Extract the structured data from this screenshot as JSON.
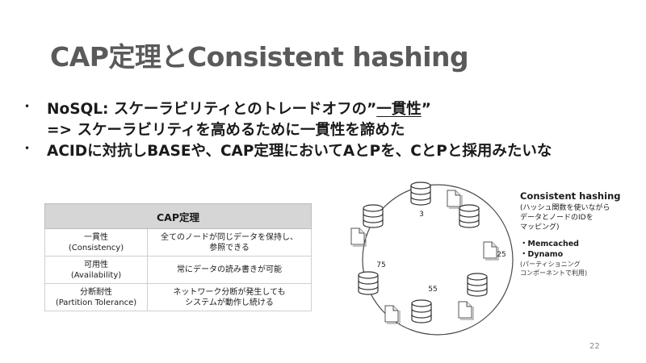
{
  "slide": {
    "title": "CAP定理とConsistent hashing",
    "bullets": [
      {
        "marker": "•",
        "text_pre": "NoSQL: スケーラビリティとのトレードオフの”",
        "text_emph": "一貫性",
        "text_post": "”"
      },
      {
        "marker": "",
        "text_pre": "=> スケーラビリティを高めるために一貫性を諦めた",
        "text_emph": "",
        "text_post": ""
      },
      {
        "marker": "•",
        "text_pre": "ACIDに対抗しBASEや、CAP定理においてAとPを、CとPと採用みたいな",
        "text_emph": "",
        "text_post": ""
      }
    ],
    "page_number": "22"
  },
  "cap_table": {
    "header": "CAP定理",
    "rows": [
      {
        "term": "一貫性",
        "term_en": "(Consistency)",
        "desc1": "全てのノードが同じデータを保持し、",
        "desc2": "参照できる"
      },
      {
        "term": "可用性",
        "term_en": "(Availability)",
        "desc1": "常にデータの読み書きが可能",
        "desc2": ""
      },
      {
        "term": "分断耐性",
        "term_en": "(Partition Tolerance)",
        "desc1": "ネットワーク分断が発生しても",
        "desc2": "システムが動作し続ける"
      }
    ]
  },
  "hash_ring": {
    "labels": [
      "3",
      "25",
      "55",
      "75"
    ],
    "colors": {
      "ring": "#4a4a4a",
      "db_fill": "#ffffff",
      "db_stroke": "#333333",
      "doc_fill": "#ffffff"
    }
  },
  "side_note": {
    "heading": "Consistent hashing",
    "desc_lines": [
      "(ハッシュ関数を使いながら",
      "データとノードのIDを",
      "マッピング)"
    ],
    "items": [
      {
        "label": "・Memcached"
      },
      {
        "label": "・Dynamo"
      }
    ],
    "sub_lines": [
      "(パーティショニング",
      "コンポーネントで利用)"
    ]
  }
}
